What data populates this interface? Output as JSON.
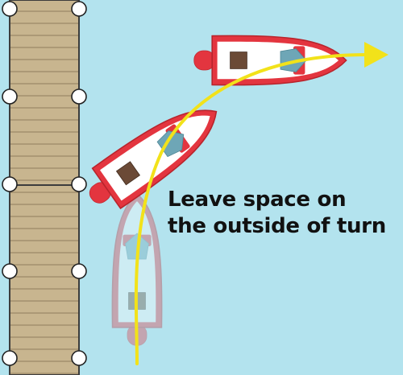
{
  "caption": {
    "line1": "Leave space on",
    "line2": "the outside of turn"
  },
  "colors": {
    "water": "#b3e3ee",
    "dock_planks": "#c8b58f",
    "dock_outline": "#3c3c3c",
    "piling": "#ffffff",
    "boat_hull": "#ffffff",
    "boat_trim": "#e3353f",
    "windshield": "#6ea6b6",
    "cargo": "#6b4a36",
    "path": "#f2e21a"
  },
  "scene": {
    "boats": [
      {
        "name": "boat-start",
        "state": "faded"
      },
      {
        "name": "boat-turning",
        "state": "solid"
      },
      {
        "name": "boat-finish",
        "state": "solid"
      }
    ]
  }
}
